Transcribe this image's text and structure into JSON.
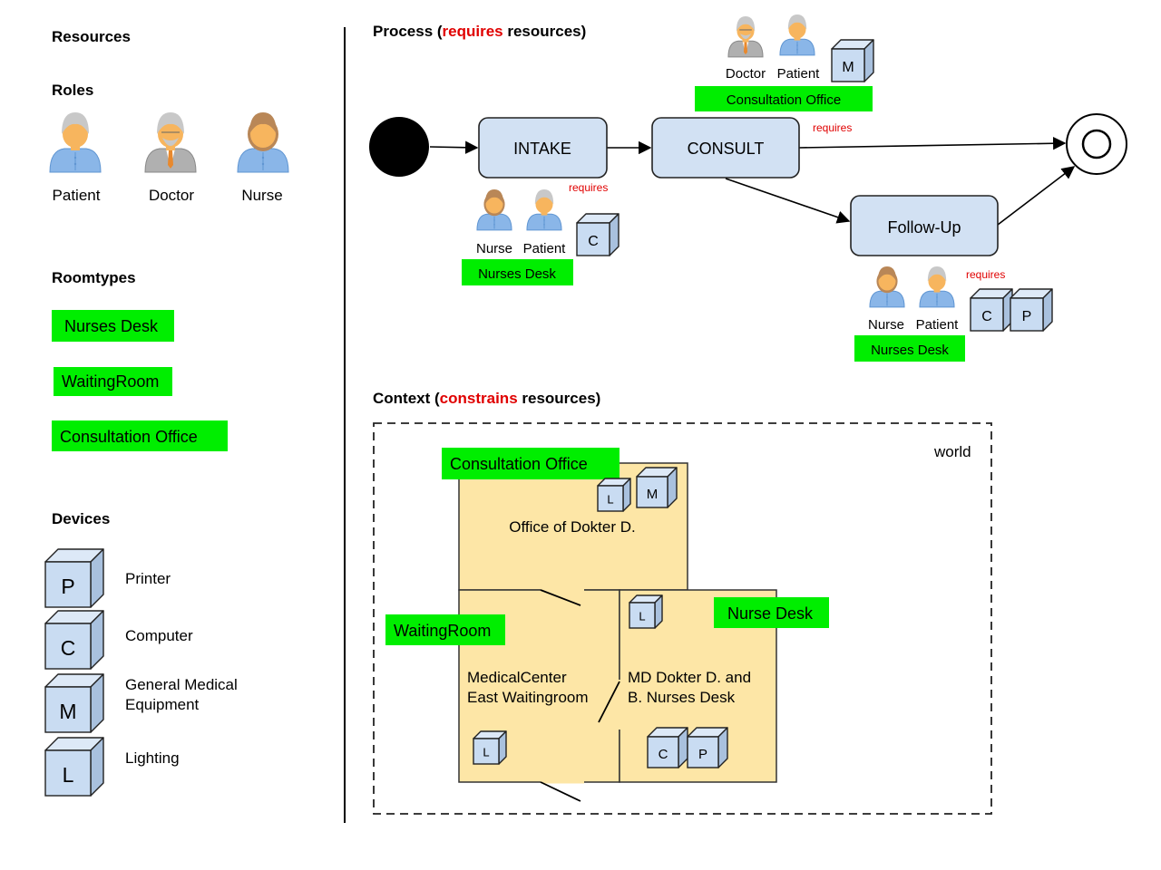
{
  "colors": {
    "green": "#00ee00",
    "task_fill": "#d2e1f3",
    "task_stroke": "#222222",
    "room_fill": "#fde6a6",
    "device_front": "#c9dcf2",
    "device_side": "#a9c1de",
    "device_top": "#dde9f7",
    "requires_red": "#e00000"
  },
  "resources": {
    "heading": "Resources",
    "roles_heading": "Roles",
    "roles": [
      {
        "key": "patient",
        "label": "Patient",
        "icon": "patient-icon"
      },
      {
        "key": "doctor",
        "label": "Doctor",
        "icon": "doctor-icon"
      },
      {
        "key": "nurse",
        "label": "Nurse",
        "icon": "nurse-icon"
      }
    ],
    "roomtypes_heading": "Roomtypes",
    "roomtypes": [
      "Nurses Desk",
      "WaitingRoom",
      "Consultation Office"
    ],
    "devices_heading": "Devices",
    "devices": [
      {
        "letter": "P",
        "label": "Printer"
      },
      {
        "letter": "C",
        "label": "Computer"
      },
      {
        "letter": "M",
        "label_line1": "General Medical",
        "label_line2": "Equipment"
      },
      {
        "letter": "L",
        "label": "Lighting"
      }
    ]
  },
  "process": {
    "heading_pre": "Process (",
    "heading_red": "requires",
    "heading_post": " resources)",
    "tasks": {
      "intake": "INTAKE",
      "consult": "CONSULT",
      "followup": "Follow-Up"
    },
    "requires_label": "requires",
    "intake_req": {
      "roles": [
        "Nurse",
        "Patient"
      ],
      "devices": [
        "C"
      ],
      "room": "Nurses Desk"
    },
    "consult_req": {
      "roles": [
        "Doctor",
        "Patient"
      ],
      "devices": [
        "M"
      ],
      "room": "Consultation Office"
    },
    "followup_req": {
      "roles": [
        "Nurse",
        "Patient"
      ],
      "devices": [
        "C",
        "P"
      ],
      "room": "Nurses Desk"
    }
  },
  "context": {
    "heading_pre": "Context (",
    "heading_red": "constrains",
    "heading_post": " resources)",
    "world_label": "world",
    "office": {
      "tag": "Consultation Office",
      "name": "Office of Dokter D.",
      "devices": [
        "L",
        "M"
      ]
    },
    "waiting": {
      "tag": "WaitingRoom",
      "name_line1": "MedicalCenter",
      "name_line2": "East Waitingroom",
      "devices": [
        "L"
      ]
    },
    "nurse": {
      "tag": "Nurse Desk",
      "name_line1": "MD Dokter D. and",
      "name_line2": "B. Nurses Desk",
      "devices_top": [
        "L"
      ],
      "devices_bottom": [
        "C",
        "P"
      ]
    }
  }
}
